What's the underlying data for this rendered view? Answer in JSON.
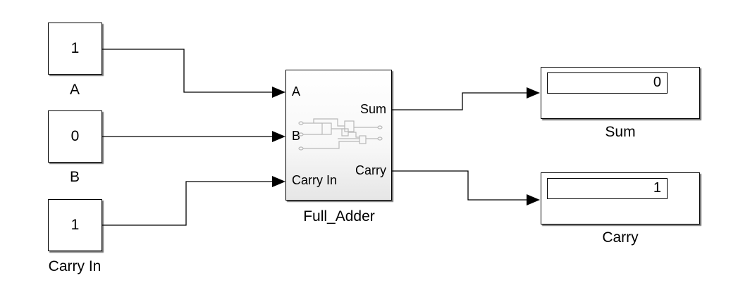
{
  "constants": [
    {
      "value": "1",
      "label": "A"
    },
    {
      "value": "0",
      "label": "B"
    },
    {
      "value": "1",
      "label": "Carry In"
    }
  ],
  "subsystem": {
    "label": "Full_Adder",
    "inputs": [
      "A",
      "B",
      "Carry In"
    ],
    "outputs": [
      "Sum",
      "Carry"
    ]
  },
  "displays": [
    {
      "value": "0",
      "label": "Sum"
    },
    {
      "value": "1",
      "label": "Carry"
    }
  ],
  "colors": {
    "line": "#000000",
    "block_border": "#000000",
    "thumbnail": "#b5b5b5"
  }
}
